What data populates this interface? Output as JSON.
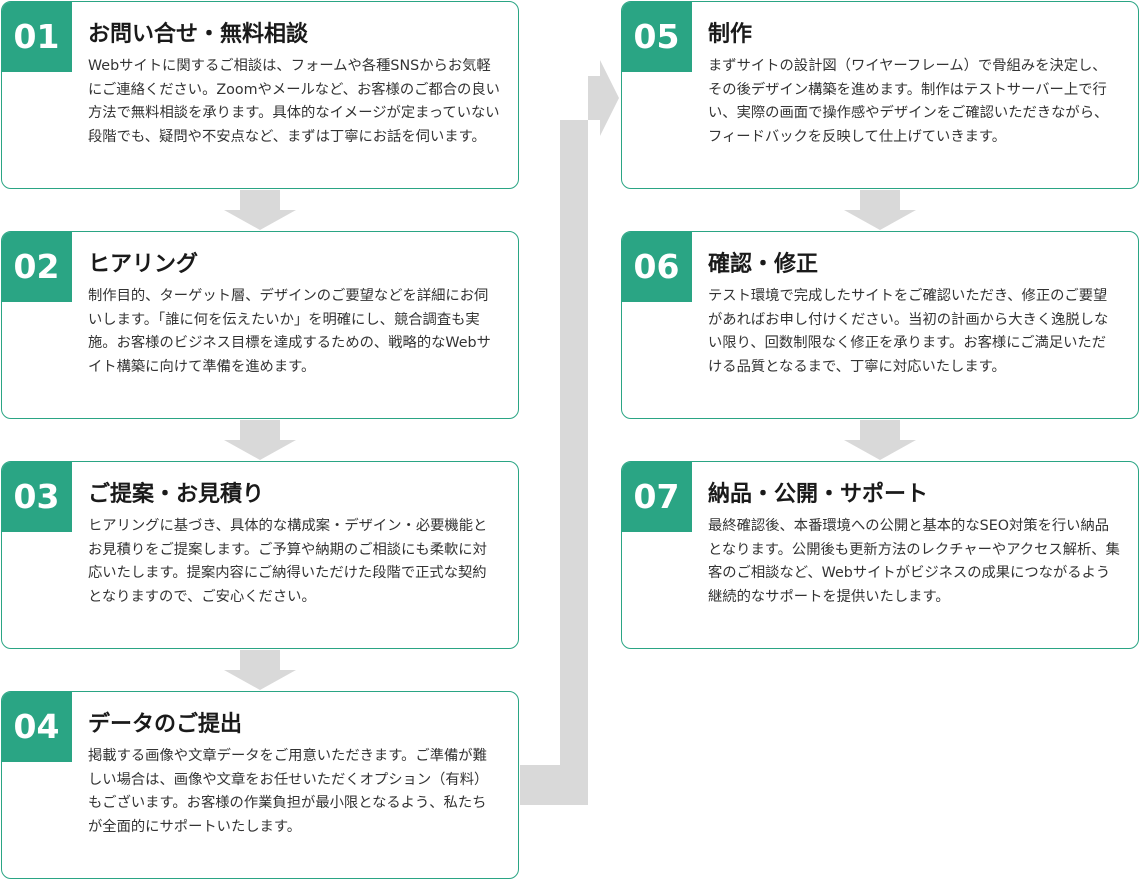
{
  "colors": {
    "accent": "#2aa584",
    "arrow": "#d9d9d9",
    "text": "#333333",
    "title": "#1a1a1a"
  },
  "steps": [
    {
      "number": "01",
      "title": "お問い合せ・無料相談",
      "description": "Webサイトに関するご相談は、フォームや各種SNSからお気軽にご連絡ください。Zoomやメールなど、お客様のご都合の良い方法で無料相談を承ります。具体的なイメージが定まっていない段階でも、疑問や不安点など、まずは丁寧にお話を伺います。"
    },
    {
      "number": "02",
      "title": "ヒアリング",
      "description": "制作目的、ターゲット層、デザインのご要望などを詳細にお伺いします。「誰に何を伝えたいか」を明確にし、競合調査も実施。お客様のビジネス目標を達成するための、戦略的なWebサイト構築に向けて準備を進めます。"
    },
    {
      "number": "03",
      "title": "ご提案・お見積り",
      "description": "ヒアリングに基づき、具体的な構成案・デザイン・必要機能とお見積りをご提案します。ご予算や納期のご相談にも柔軟に対応いたします。提案内容にご納得いただけた段階で正式な契約となりますので、ご安心ください。"
    },
    {
      "number": "04",
      "title": "データのご提出",
      "description": "掲載する画像や文章データをご用意いただきます。ご準備が難しい場合は、画像や文章をお任せいただくオプション（有料）もございます。お客様の作業負担が最小限となるよう、私たちが全面的にサポートいたします。"
    },
    {
      "number": "05",
      "title": "制作",
      "description": "まずサイトの設計図（ワイヤーフレーム）で骨組みを決定し、その後デザイン構築を進めます。制作はテストサーバー上で行い、実際の画面で操作感やデザインをご確認いただきながら、フィードバックを反映して仕上げていきます。"
    },
    {
      "number": "06",
      "title": "確認・修正",
      "description": "テスト環境で完成したサイトをご確認いただき、修正のご要望があればお申し付けください。当初の計画から大きく逸脱しない限り、回数制限なく修正を承ります。お客様にご満足いただける品質となるまで、丁寧に対応いたします。"
    },
    {
      "number": "07",
      "title": "納品・公開・サポート",
      "description": "最終確認後、本番環境への公開と基本的なSEO対策を行い納品となります。公開後も更新方法のレクチャーやアクセス解析、集客のご相談など、Webサイトがビジネスの成果につながるよう継続的なサポートを提供いたします。"
    }
  ]
}
